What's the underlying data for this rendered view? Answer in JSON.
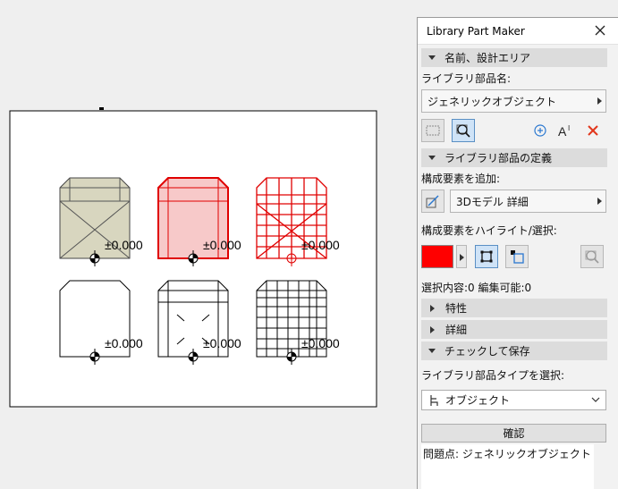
{
  "canvas": {
    "elevations": [
      "±0.000",
      "±0.000",
      "±0.000",
      "±0.000",
      "±0.000",
      "±0.000"
    ]
  },
  "panel": {
    "title": "Library Part Maker",
    "section_name": "名前、設計エリア",
    "library_part_name_label": "ライブラリ部品名:",
    "library_part_name_value": "ジェネリックオブジェクト",
    "section_definition": "ライブラリ部品の定義",
    "add_component_label": "構成要素を追加:",
    "component_value": "3Dモデル 詳細",
    "highlight_label": "構成要素をハイライト/選択:",
    "highlight_color": "#ff0000",
    "selection_info": "選択内容:0 編集可能:0",
    "section_properties": "特性",
    "section_details": "詳細",
    "section_check": "チェックして保存",
    "part_type_label": "ライブラリ部品タイプを選択:",
    "part_type_value": "オブジェクト",
    "confirm_label": "確認",
    "issues_text": "問題点: ジェネリックオブジェクト"
  }
}
